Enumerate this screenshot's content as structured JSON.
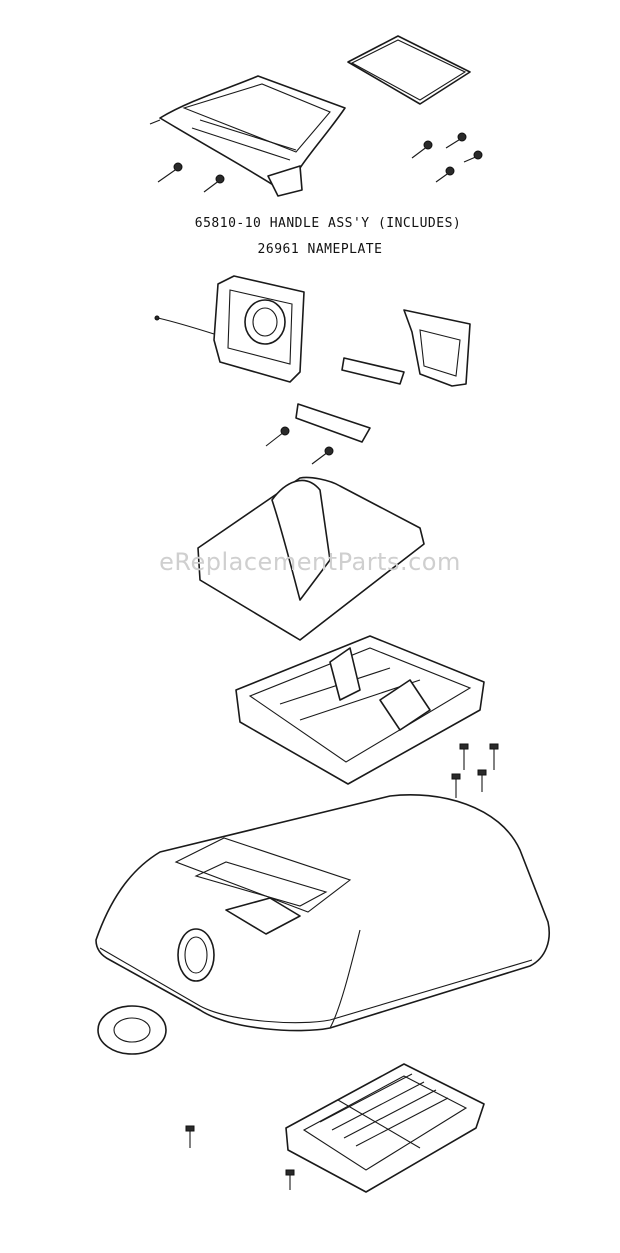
{
  "callout": {
    "line1": "65810-10 HANDLE ASS'Y (INCLUDES)",
    "line2": "26961 NAMEPLATE"
  },
  "watermark": "eReplacementParts.com",
  "colors": {
    "line": "#1a1a1a",
    "background": "#ffffff",
    "watermark": "#cfcfcf"
  }
}
